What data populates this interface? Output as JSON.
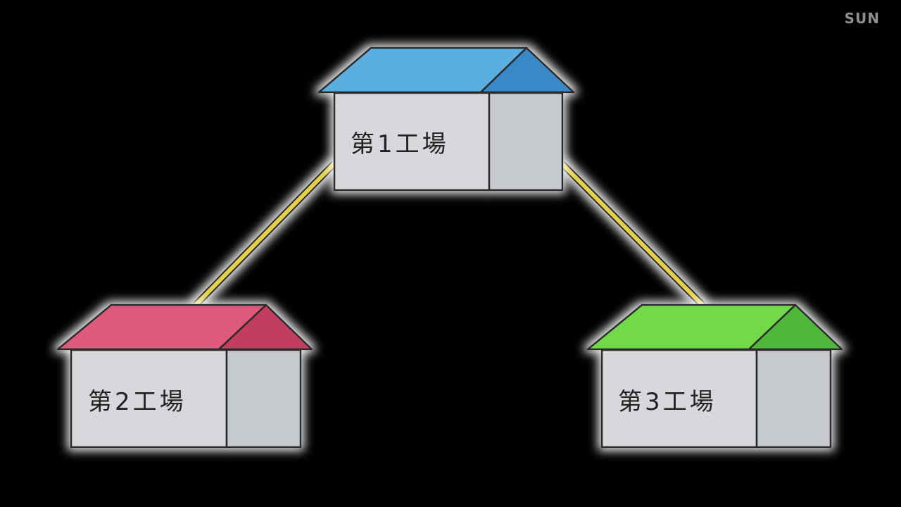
{
  "watermark": "SUN",
  "factories": [
    {
      "label": "第1工場",
      "roof_color": "#5aaee0",
      "roof_side_color": "#3a88c8"
    },
    {
      "label": "第2工場",
      "roof_color": "#de5a7c",
      "roof_side_color": "#c23e60"
    },
    {
      "label": "第3工場",
      "roof_color": "#72d94a",
      "roof_side_color": "#50b83a"
    }
  ],
  "connector_color": "#e6cf4a",
  "wall_color": "#d6d8db",
  "wall_side_color": "#c6c9cd"
}
